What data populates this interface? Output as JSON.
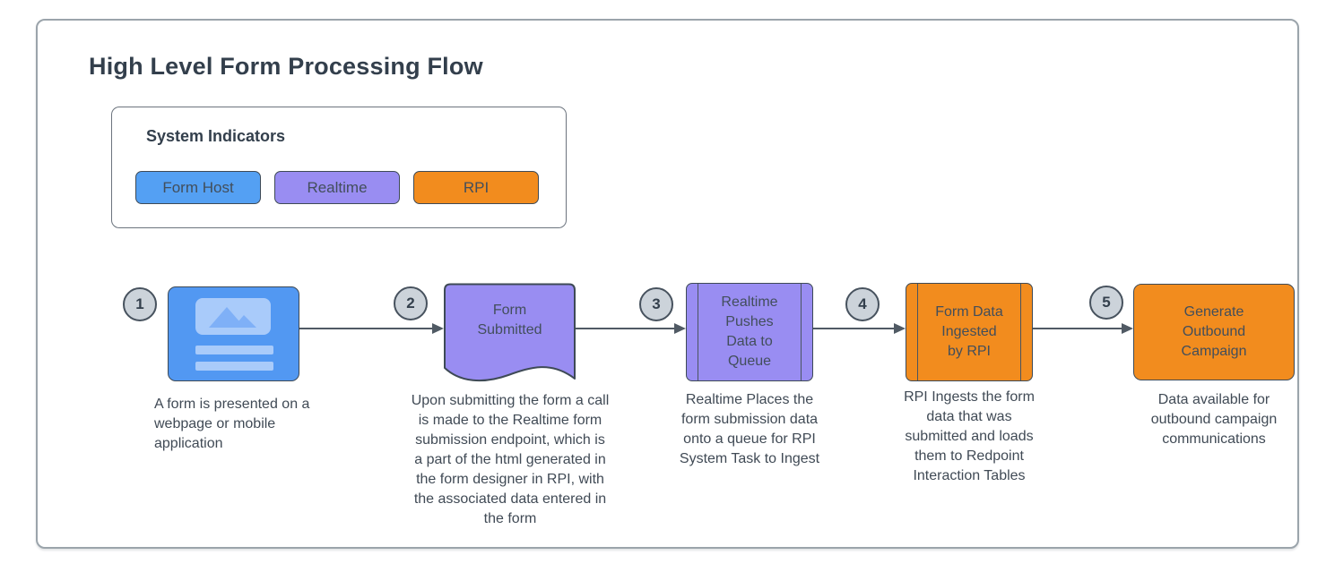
{
  "title": "High Level Form Processing Flow",
  "legend": {
    "title": "System Indicators",
    "items": [
      {
        "label": "Form Host",
        "color": "#54A0F3"
      },
      {
        "label": "Realtime",
        "color": "#998DF2"
      },
      {
        "label": "RPI",
        "color": "#F28C1E"
      }
    ]
  },
  "steps": [
    {
      "number": "1",
      "system": "Form Host",
      "label": "",
      "caption": "A form is presented on a\nwebpage or mobile\napplication"
    },
    {
      "number": "2",
      "system": "Realtime",
      "label": "Form\nSubmitted",
      "caption": "Upon submitting the form a call\nis made to the Realtime form\nsubmission endpoint, which is\na part of the html generated in\nthe form designer in RPI, with\nthe associated data entered in\nthe form"
    },
    {
      "number": "3",
      "system": "Realtime",
      "label": "Realtime\nPushes\nData to\nQueue",
      "caption": "Realtime Places the\nform submission data\nonto a queue for RPI\nSystem Task to Ingest"
    },
    {
      "number": "4",
      "system": "RPI",
      "label": "Form Data\nIngested\nby RPI",
      "caption": "RPI Ingests the form\ndata that was\nsubmitted and loads\nthem to Redpoint\nInteraction Tables"
    },
    {
      "number": "5",
      "system": "RPI",
      "label": "Generate\nOutbound\nCampaign",
      "caption": "Data available for\noutbound campaign\ncommunications"
    }
  ],
  "colors": {
    "formhost": "#54A0F3",
    "formhost2": "#5298F2",
    "realtime": "#998DF2",
    "rpi": "#F28C1E",
    "lightblue": "#A9CBFA",
    "mountain": "#7FB0F7",
    "circlefill": "#CCD3DA",
    "circleborder": "#47525E",
    "shapeborder": "#3E4A56",
    "innerline": "#4A5560",
    "darktext": "#424E5B",
    "titletext": "#333F4C",
    "captiontext": "#404A55",
    "arrowcolor": "#505A64",
    "legendborder": "#6C747E",
    "containerborder": "#9BA4AB"
  }
}
